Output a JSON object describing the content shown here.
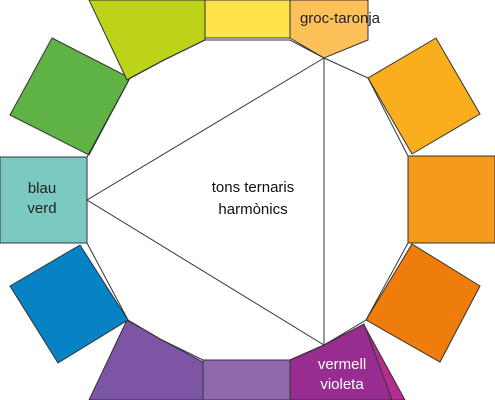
{
  "diagram": {
    "center_label": [
      "tons ternaris",
      "harmònics"
    ],
    "swatches": [
      {
        "name": "yellow",
        "color": "#FFE34A"
      },
      {
        "name": "yellow-orange",
        "color": "#FDC15A",
        "label": [
          "groc-taronja"
        ]
      },
      {
        "name": "orange-yellow",
        "color": "#F9AE1D"
      },
      {
        "name": "orange",
        "color": "#F59A1B"
      },
      {
        "name": "red-orange",
        "color": "#EE7D0B"
      },
      {
        "name": "magenta",
        "color": "#B62C8E"
      },
      {
        "name": "red-violet",
        "color": "#982C91",
        "label": [
          "vermell",
          "violeta"
        ],
        "light_text": true
      },
      {
        "name": "violet",
        "color": "#8E6AAD"
      },
      {
        "name": "blue-violet",
        "color": "#7C55A4"
      },
      {
        "name": "blue",
        "color": "#0583C5"
      },
      {
        "name": "blue-green",
        "color": "#7BC9C1",
        "label": [
          "blau",
          "verd"
        ]
      },
      {
        "name": "green",
        "color": "#5EB344"
      },
      {
        "name": "yellow-green",
        "color": "#BDD31A"
      }
    ]
  }
}
